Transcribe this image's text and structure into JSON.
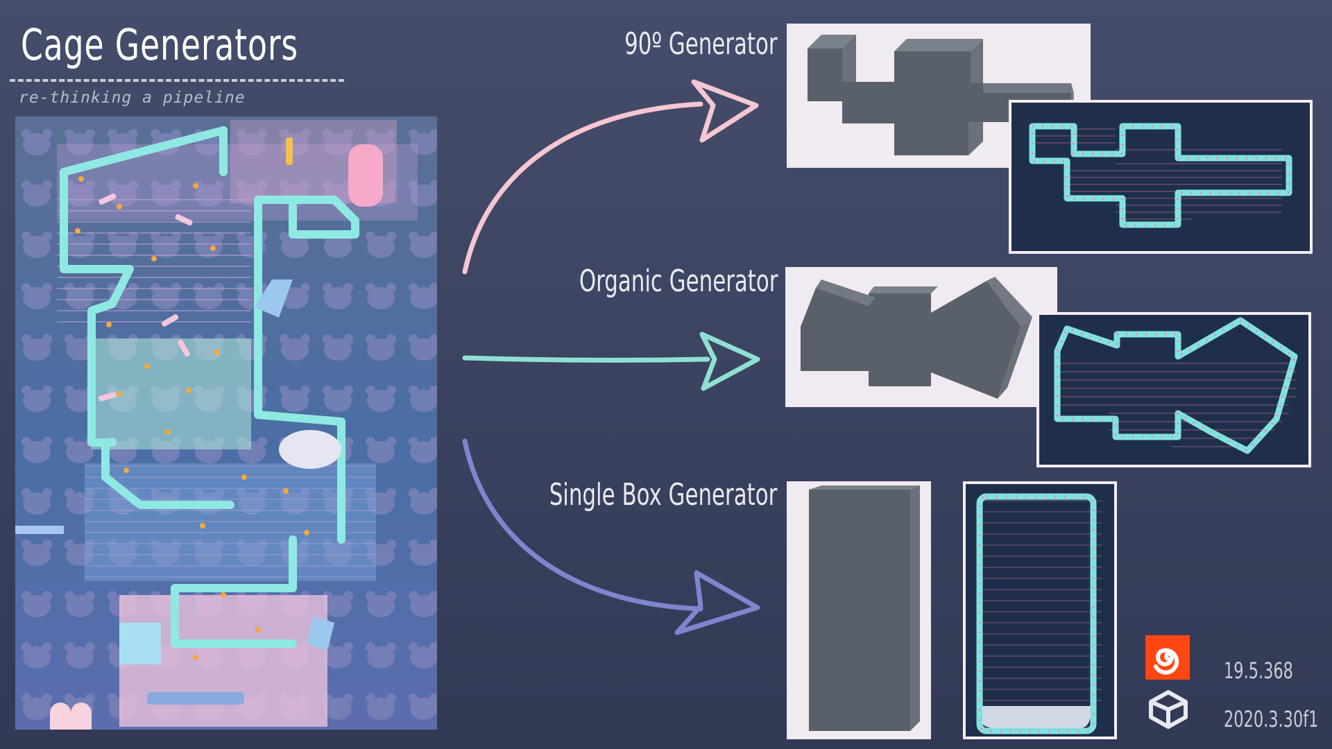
{
  "header": {
    "title": "Cage Generators",
    "subtitle": "re-thinking a pipeline"
  },
  "generators": [
    {
      "label": "90º Generator",
      "arrow_color": "#f6c6d3"
    },
    {
      "label": "Organic Generator",
      "arrow_color": "#8fe0d3"
    },
    {
      "label": "Single Box Generator",
      "arrow_color": "#7e86cf"
    }
  ],
  "versions": {
    "houdini": {
      "icon": "houdini-logo-icon",
      "version": "19.5.368",
      "color": "#ff4713"
    },
    "unity": {
      "icon": "unity-logo-icon",
      "version": "2020.3.30f1"
    }
  },
  "colors": {
    "background": "#3b4260",
    "mesh": "#5a6069",
    "cage_line": "#7fe3e0",
    "cage_point": "#f38aa0",
    "panel_dark": "#1f2f4b"
  }
}
